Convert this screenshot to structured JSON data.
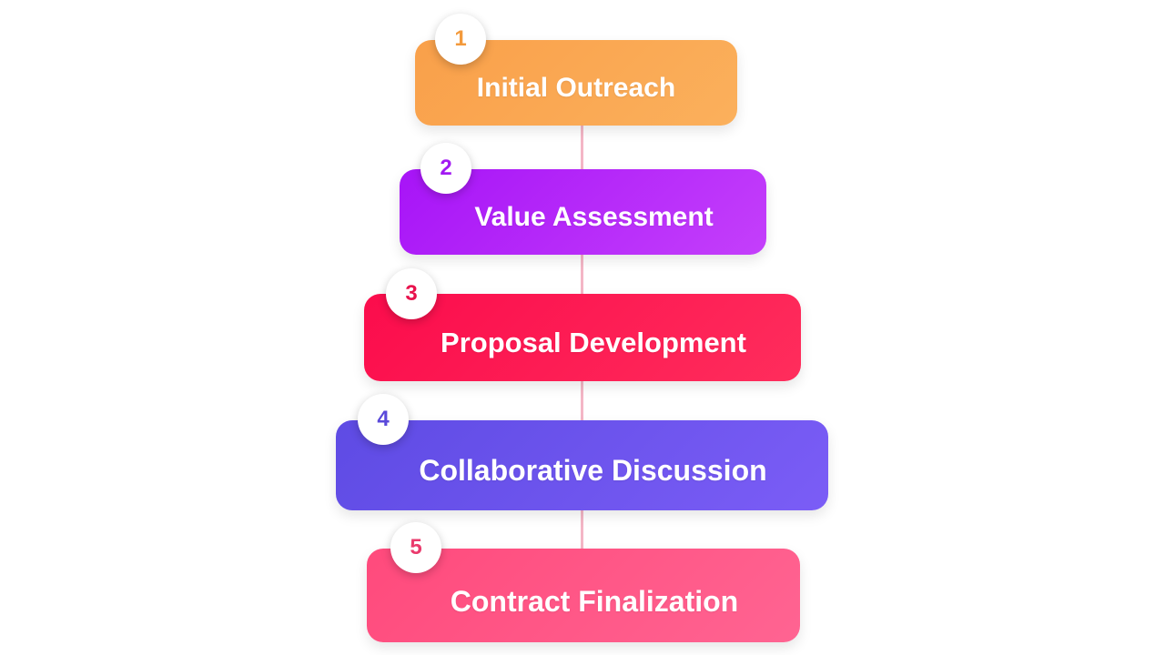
{
  "diagram": {
    "type": "numbered-process-steps",
    "connector_color": "#f4b6c6",
    "steps": [
      {
        "number": "1",
        "label": "Initial Outreach",
        "color": "#f9a04a"
      },
      {
        "number": "2",
        "label": "Value Assessment",
        "color": "#b523fa"
      },
      {
        "number": "3",
        "label": "Proposal Development",
        "color": "#fb1a52"
      },
      {
        "number": "4",
        "label": "Collaborative Discussion",
        "color": "#6a54ee"
      },
      {
        "number": "5",
        "label": "Contract Finalization",
        "color": "#ff5585"
      }
    ]
  }
}
